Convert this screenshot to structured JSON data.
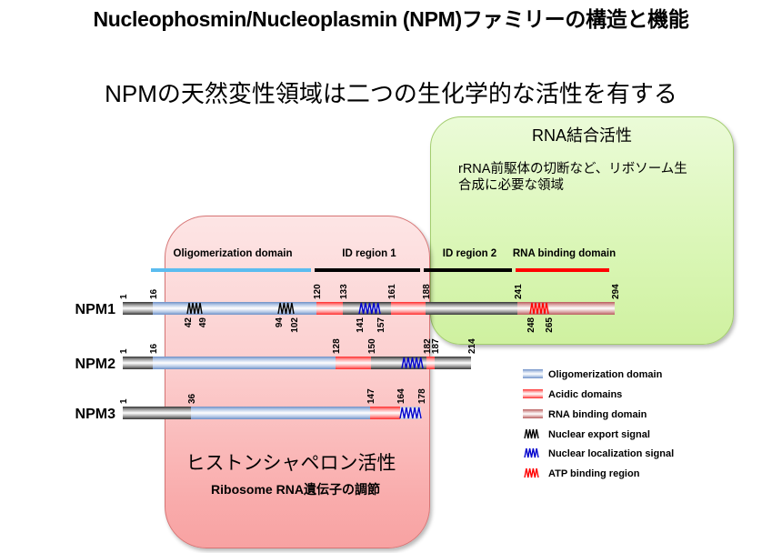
{
  "title": "Nucleophosmin/Nucleoplasmin (NPM)ファミリーの構造と機能",
  "subtitle": "NPMの天然変性領域は二つの生化学的な活性を有する",
  "rna_box": {
    "heading": "RNA結合活性",
    "lines": [
      "rRNA前駆体の切断など、リボソーム生",
      "合成に必要な領域"
    ]
  },
  "chaperone_box": {
    "heading": "ヒストンシャペロン活性",
    "description": "Ribosome RNA遺伝子の調節"
  },
  "colors": {
    "rna_box_fill": "#d9f5b4",
    "rna_box_border": "#a3cd6e",
    "chaperone_box_fill": "#fbc4c4",
    "chaperone_box_border": "#d77575",
    "linker_edge": "#333333",
    "oligomerization_edge": "#6d8fc6",
    "acidic_edge": "#ff2a2a",
    "rna_binding_edge": "#b85c5c",
    "plain_edge": "#c8c8d0",
    "nes": "#000000",
    "nls": "#0000cc",
    "atp": "#ff0000",
    "header_oligomerization": "#5bbcef",
    "header_id": "#000000",
    "header_rna": "#ff0000"
  },
  "domain_headers": [
    {
      "label": "Oligomerization domain",
      "start": 16,
      "end": 120,
      "color_key": "header_oligomerization"
    },
    {
      "label": "ID region 1",
      "start": 120,
      "end": 188,
      "color_key": "header_id"
    },
    {
      "label": "ID region 2",
      "start": 188,
      "end": 241,
      "color_key": "header_id"
    },
    {
      "label": "RNA binding domain",
      "start": 241,
      "end": 294,
      "color_key": "header_rna"
    }
  ],
  "proteins": [
    {
      "name": "NPM1",
      "length": 294,
      "segments": [
        {
          "start": 1,
          "end": 16,
          "type": "linker"
        },
        {
          "start": 16,
          "end": 120,
          "type": "oligomerization"
        },
        {
          "start": 120,
          "end": 133,
          "type": "acidic"
        },
        {
          "start": 133,
          "end": 161,
          "type": "linker"
        },
        {
          "start": 161,
          "end": 188,
          "type": "acidic"
        },
        {
          "start": 188,
          "end": 241,
          "type": "linker"
        },
        {
          "start": 241,
          "end": 294,
          "type": "rna_binding"
        }
      ],
      "motifs": [
        {
          "start": 42,
          "end": 49,
          "type": "nes"
        },
        {
          "start": 94,
          "end": 102,
          "type": "nes"
        },
        {
          "start": 141,
          "end": 157,
          "type": "nls"
        },
        {
          "start": 248,
          "end": 265,
          "type": "atp"
        }
      ],
      "labels_above": [
        1,
        16,
        120,
        133,
        161,
        188,
        241,
        294
      ],
      "labels_below": [
        42,
        49,
        94,
        102,
        141,
        157,
        248,
        265
      ]
    },
    {
      "name": "NPM2",
      "length": 214,
      "segments": [
        {
          "start": 1,
          "end": 16,
          "type": "linker"
        },
        {
          "start": 16,
          "end": 128,
          "type": "oligomerization"
        },
        {
          "start": 128,
          "end": 150,
          "type": "acidic"
        },
        {
          "start": 150,
          "end": 182,
          "type": "linker"
        },
        {
          "start": 182,
          "end": 187,
          "type": "acidic"
        },
        {
          "start": 187,
          "end": 214,
          "type": "linker"
        }
      ],
      "motifs": [
        {
          "start": 168,
          "end": 180,
          "type": "nls"
        }
      ],
      "labels_above": [
        1,
        16,
        128,
        150,
        182,
        187,
        214
      ],
      "labels_below": []
    },
    {
      "name": "NPM3",
      "length": 178,
      "segments": [
        {
          "start": 1,
          "end": 36,
          "type": "linker"
        },
        {
          "start": 36,
          "end": 147,
          "type": "oligomerization"
        },
        {
          "start": 147,
          "end": 164,
          "type": "acidic"
        },
        {
          "start": 164,
          "end": 178,
          "type": "plain"
        }
      ],
      "motifs": [
        {
          "start": 164,
          "end": 178,
          "type": "nls"
        }
      ],
      "labels_above": [
        1,
        36,
        147,
        164,
        178
      ],
      "labels_below": []
    }
  ],
  "legend": [
    {
      "label": "Oligomerization domain",
      "kind": "segment",
      "type": "oligomerization"
    },
    {
      "label": "Acidic domains",
      "kind": "segment",
      "type": "acidic"
    },
    {
      "label": "RNA binding domain",
      "kind": "segment",
      "type": "rna_binding"
    },
    {
      "label": "Nuclear export signal",
      "kind": "motif",
      "type": "nes"
    },
    {
      "label": "Nuclear localization signal",
      "kind": "motif",
      "type": "nls"
    },
    {
      "label": "ATP binding region",
      "kind": "motif",
      "type": "atp"
    }
  ]
}
